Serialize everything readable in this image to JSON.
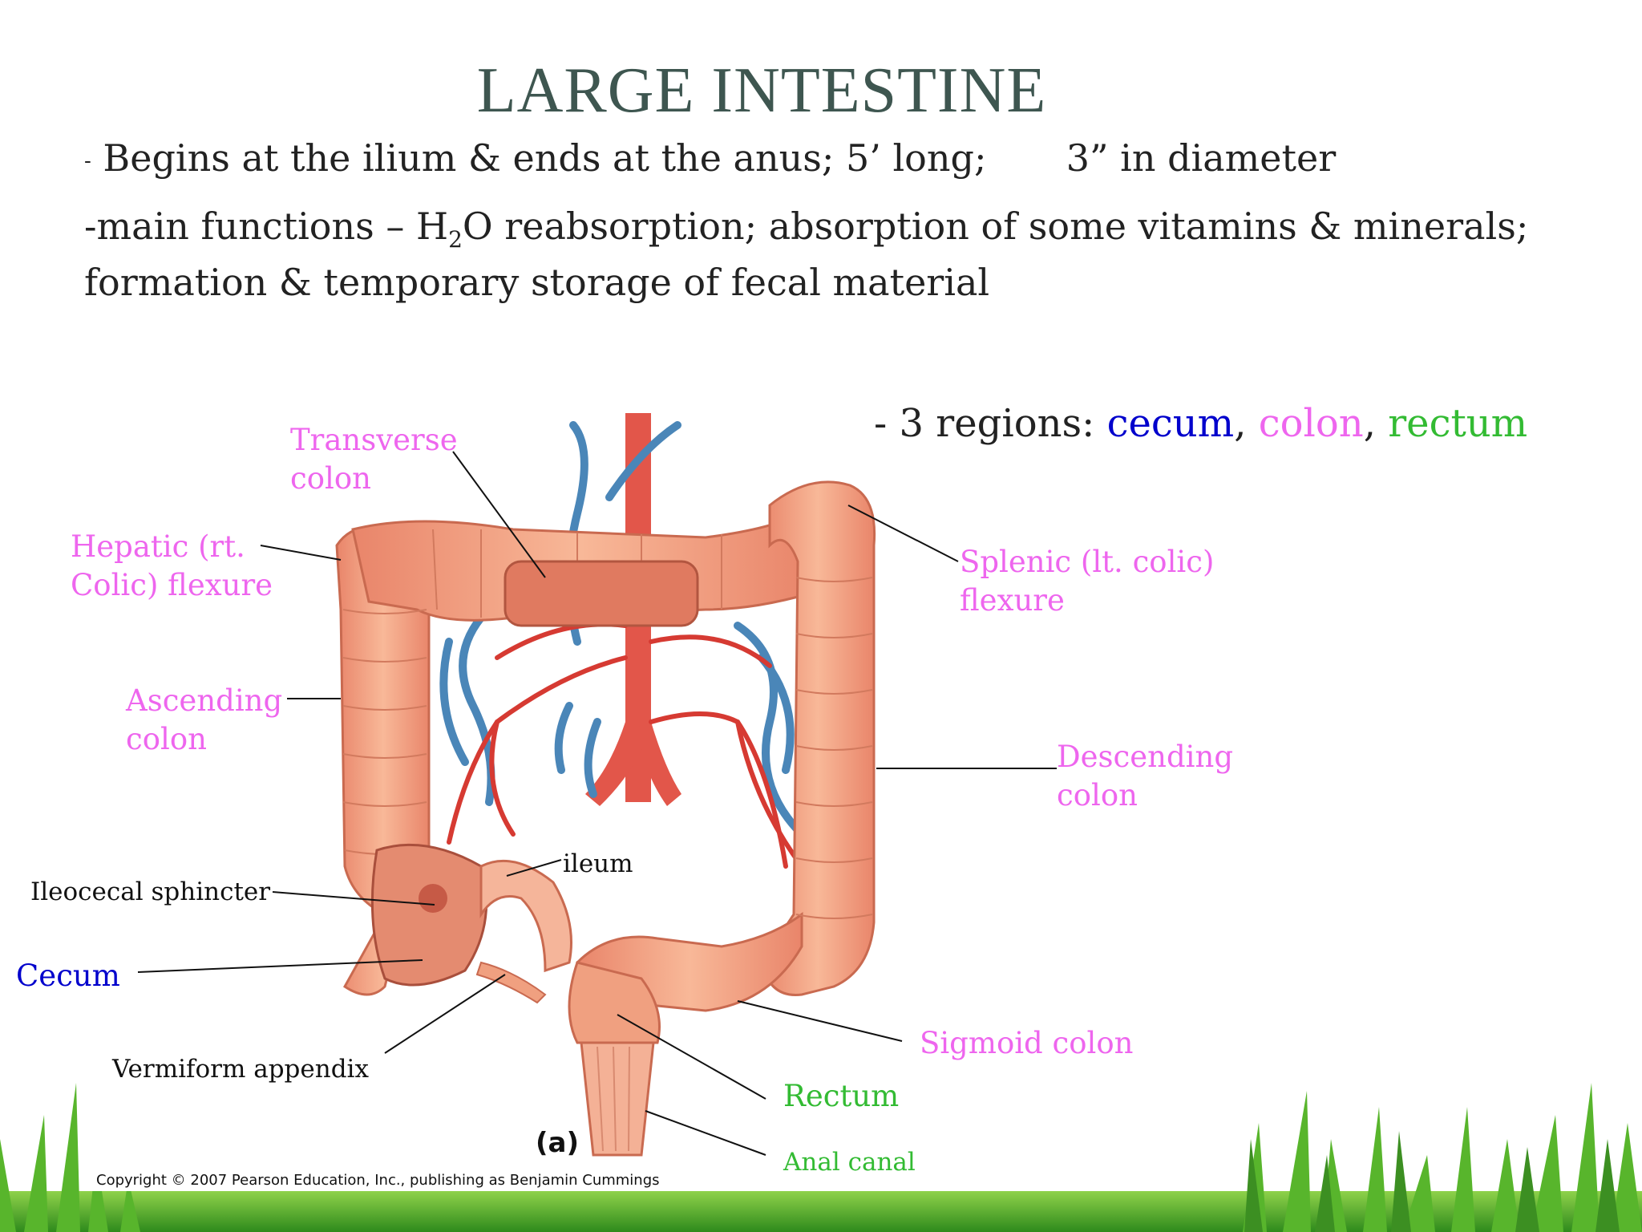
{
  "slide": {
    "title": "LARGE INTESTINE",
    "bullet1": {
      "dash": "-",
      "text": "Begins at the ilium & ends at the anus;",
      "length": "5’ long;",
      "diameter": "3” in diameter"
    },
    "bullet2": {
      "lead": "-main functions – H",
      "sub": "2",
      "rest": "O reabsorption; absorption of some vitamins & minerals;",
      "line2": "formation & temporary storage of fecal material"
    },
    "regions": {
      "prefix": "- 3 regions:",
      "cecum": "cecum",
      "comma1": ",",
      "colon": "colon",
      "comma2": ",",
      "rectum": "rectum"
    }
  },
  "labels": {
    "transverse_colon": [
      "Transverse",
      "colon"
    ],
    "hepatic_flexure": [
      "Hepatic (rt.",
      "Colic) flexure"
    ],
    "ascending_colon": [
      "Ascending",
      "colon"
    ],
    "ileocecal_sphincter": "Ileocecal sphincter",
    "ileum": "ileum",
    "cecum": "Cecum",
    "vermiform_appendix": "Vermiform appendix",
    "splenic_flexure": [
      "Splenic (lt. colic)",
      "flexure"
    ],
    "descending_colon": [
      "Descending",
      "colon"
    ],
    "sigmoid_colon": "Sigmoid colon",
    "rectum": "Rectum",
    "anal_canal": "Anal canal"
  },
  "figure": {
    "panel": "(a)",
    "copyright": "Copyright © 2007 Pearson Education, Inc., publishing as Benjamin Cummings"
  },
  "colors": {
    "title": "#3e5650",
    "pink_label": "#ee66ee",
    "blue_label": "#0000cc",
    "green_label": "#33bb33",
    "colon_fill": "#f4a07c",
    "artery": "#e0443a",
    "vein": "#4a86b8",
    "grass": "#4caf2a"
  }
}
